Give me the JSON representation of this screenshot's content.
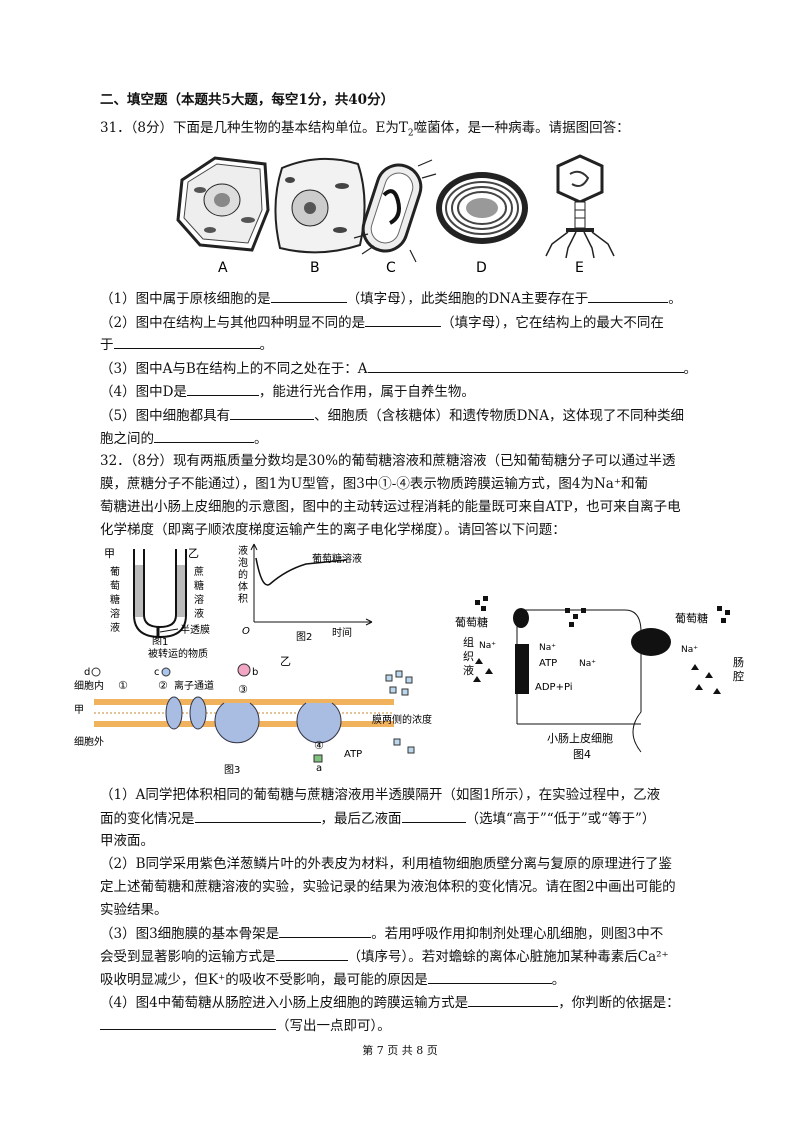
{
  "section_title": "二、填空题（本题共5大题，每空1分，共40分）",
  "q31": {
    "intro_a": "31．（8分）下面是几种生物的基本结构单位。E为T",
    "intro_sub": "2",
    "intro_b": "噬菌体，是一种病毒。请据图回答：",
    "figure_labels": [
      "A",
      "B",
      "C",
      "D",
      "E"
    ],
    "p1_a": "（1）图中属于原核细胞的是",
    "p1_b": "（填字母），此类细胞的DNA主要存在于",
    "p1_c": "。",
    "p2_a": "（2）图中在结构上与其他四种明显不同的是",
    "p2_b": "（填字母），它在结构上的最大不同在",
    "p2_c": "于",
    "p2_d": "。",
    "p3_a": "（3）图中A与B在结构上的不同之处在于：A",
    "p3_b": "。",
    "p4_a": "（4）图中D是",
    "p4_b": "，能进行光合作用，属于自养生物。",
    "p5_a": "（5）图中细胞都具有",
    "p5_b": "、细胞质（含核糖体）和遗传物质DNA，这体现了不同种类细",
    "p5_c": "胞之间的",
    "p5_d": "。"
  },
  "q32": {
    "intro_1": "32．（8分）现有两瓶质量分数均是30%的葡萄糖溶液和蔗糖溶液（已知葡萄糖分子可以通过半透",
    "intro_2": "膜，蔗糖分子不能通过），图1为U型管，图3中①-④表示物质跨膜运输方式，图4为Na⁺和葡",
    "intro_3": "萄糖进出小肠上皮细胞的示意图，图中的主动转运过程消耗的能量既可来自ATP，也可来自离子电",
    "intro_4": "化学梯度（即离子顺浓度梯度运输产生的离子电化学梯度）。请回答以下问题：",
    "fig1": {
      "left_top": "甲",
      "left_label": "葡萄糖溶液",
      "right_top": "乙",
      "right_label": "蔗糖溶液",
      "membrane": "半透膜",
      "caption": "图1"
    },
    "fig2": {
      "ylabel": "液泡的体积",
      "curve_label": "葡萄糖溶液",
      "origin": "O",
      "xlabel": "时间",
      "caption": "图2"
    },
    "fig3": {
      "transported": "被转运的物质",
      "ion_channel": "离子通道",
      "inside": "细胞内",
      "outside": "细胞外",
      "jia": "甲",
      "yi": "乙",
      "gradient": "膜两侧的浓度",
      "atp": "ATP",
      "nums": [
        "①",
        "②",
        "③",
        "④"
      ],
      "letters": [
        "d",
        "c",
        "b",
        "a"
      ],
      "caption": "图3"
    },
    "fig4": {
      "glucose_left": "葡萄糖",
      "glucose_right": "葡萄糖",
      "na": "Na⁺",
      "atp": "ATP",
      "adp": "ADP+Pi",
      "tissue": "组织液",
      "lumen": "肠腔",
      "cell": "小肠上皮细胞",
      "caption": "图4"
    },
    "p1_a": "（1）A同学把体积相同的葡萄糖与蔗糖溶液用半透膜隔开（如图1所示），在实验过程中，乙液",
    "p1_b": "面的变化情况是",
    "p1_c": "，最后乙液面",
    "p1_d": "（选填“高于”“低于”或“等于”）",
    "p1_e": "甲液面。",
    "p2_a": "（2）B同学采用紫色洋葱鳞片叶的外表皮为材料，利用植物细胞质壁分离与复原的原理进行了鉴",
    "p2_b": "定上述葡萄糖和蔗糖溶液的实验，实验记录的结果为液泡体积的变化情况。请在图2中画出可能的",
    "p2_c": "实验结果。",
    "p3_a": "（3）图3细胞膜的基本骨架是",
    "p3_b": "。若用呼吸作用抑制剂处理心肌细胞，则图3中不",
    "p3_c": "会受到显著影响的运输方式是",
    "p3_d": "（填序号）。若对蟾蜍的离体心脏施加某种毒素后Ca²⁺",
    "p3_e": "吸收明显减少，但K⁺的吸收不受影响，最可能的原因是",
    "p3_f": "。",
    "p4_a": "（4）图4中葡萄糖从肠腔进入小肠上皮细胞的跨膜运输方式是",
    "p4_b": "，你判断的依据是：",
    "p4_c": "（写出一点即可）。"
  },
  "footer": "第 7 页 共 8 页"
}
